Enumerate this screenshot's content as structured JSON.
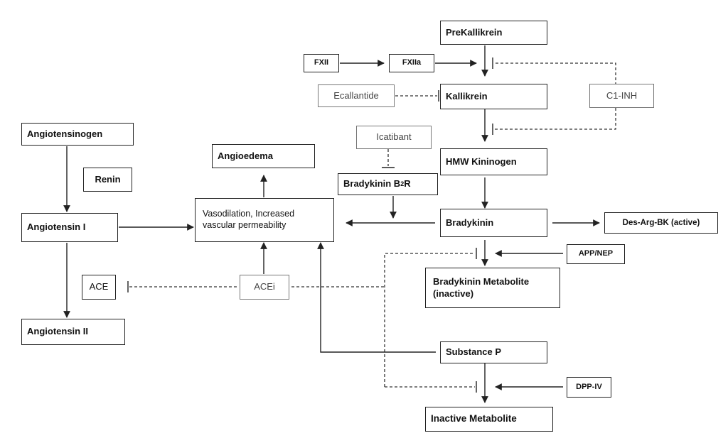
{
  "nodes": {
    "prekallikrein": "PreKallikrein",
    "fxii": "FXII",
    "fxiia": "FXIIa",
    "ecallantide": "Ecallantide",
    "kallikrein": "Kallikrein",
    "c1_inh": "C1-INH",
    "angiotensinogen": "Angiotensinogen",
    "icatibant": "Icatibant",
    "angioedema": "Angioedema",
    "hmw_kininogen": "HMW Kininogen",
    "renin": "Renin",
    "bradykinin_b2r_main": "Bradykinin B",
    "bradykinin_b2r_sub": "2",
    "bradykinin_b2r_end": "R",
    "angiotensin_1": "Angiotensin I",
    "vasodilation": "Vasodilation, Increased vascular permeability",
    "bradykinin": "Bradykinin",
    "des_arg_bk": "Des-Arg-BK (active)",
    "app_nep": "APP/NEP",
    "ace": "ACE",
    "acei": "ACEi",
    "bk_metabolite": "Bradykinin Metabolite (inactive)",
    "angiotensin_2": "Angiotensin II",
    "substance_p": "Substance P",
    "dpp_iv": "DPP-IV",
    "inactive_metabolite": "Inactive Metabolite"
  }
}
